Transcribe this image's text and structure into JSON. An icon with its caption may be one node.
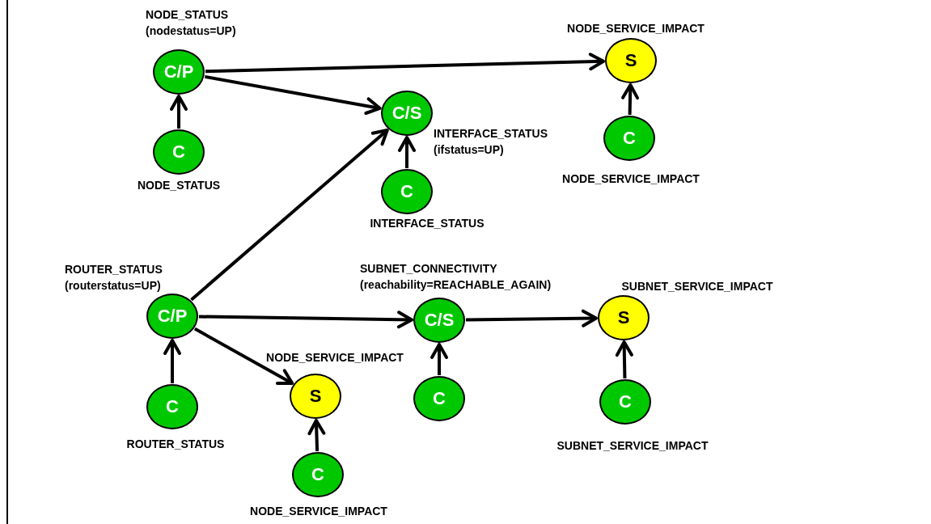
{
  "diagram": {
    "nodes": [
      {
        "text": [
          "C/P"
        ],
        "beside": [
          "NODE_STATUS",
          "(nodestatus=UP)"
        ]
      },
      {
        "text": [
          "S"
        ],
        "beside": [
          "NODE_SERVICE_IMPACT"
        ]
      },
      {
        "text": [
          "C/S"
        ],
        "beside": [
          "INTERFACE_STATUS",
          "(ifstatus=UP)"
        ]
      },
      {
        "text": [
          "C"
        ],
        "beside": [
          "NODE_STATUS"
        ]
      },
      {
        "text": [
          "C"
        ],
        "beside": [
          "NODE_SERVICE_IMPACT"
        ]
      },
      {
        "text": [
          "C"
        ],
        "beside": [
          "INTERFACE_STATUS"
        ]
      },
      {
        "text": [
          "C/P"
        ],
        "beside": [
          "ROUTER_STATUS",
          "(routerstatus=UP)"
        ]
      },
      {
        "text": [
          "C/S"
        ],
        "beside": [
          "SUBNET_CONNECTIVITY",
          "(reachability=REACHABLE_AGAIN)"
        ]
      },
      {
        "text": [
          "S"
        ],
        "beside": [
          "SUBNET_SERVICE_IMPACT"
        ]
      },
      {
        "text": [
          "S"
        ],
        "beside": [
          "NODE_SERVICE_IMPACT"
        ]
      },
      {
        "text": [
          "C"
        ],
        "beside": [
          "ROUTER_STATUS"
        ]
      },
      {
        "text": [
          "C"
        ]
      },
      {
        "text": [
          "C"
        ],
        "beside": [
          "SUBNET_SERVICE_IMPACT"
        ]
      },
      {
        "text": [
          "C"
        ],
        "beside": [
          "NODE_SERVICE_IMPACT"
        ]
      }
    ],
    "edges": [
      {
        "from": 3,
        "to": 0,
        "arrow": "to"
      },
      {
        "from": 0,
        "to": 1,
        "arrow": "to"
      },
      {
        "from": 0,
        "to": 2,
        "arrow": "to"
      },
      {
        "from": 4,
        "to": 1,
        "arrow": "to"
      },
      {
        "from": 5,
        "to": 2,
        "arrow": "to"
      },
      {
        "from": 6,
        "to": 2,
        "arrow": "to"
      },
      {
        "from": 10,
        "to": 6,
        "arrow": "to"
      },
      {
        "from": 6,
        "to": 7,
        "arrow": "to"
      },
      {
        "from": 6,
        "to": 9,
        "arrow": "to"
      },
      {
        "from": 7,
        "to": 8,
        "arrow": "to"
      },
      {
        "from": 11,
        "to": 7,
        "arrow": "to"
      },
      {
        "from": 12,
        "to": 8,
        "arrow": "to"
      },
      {
        "from": 13,
        "to": 9,
        "arrow": "to"
      }
    ]
  }
}
